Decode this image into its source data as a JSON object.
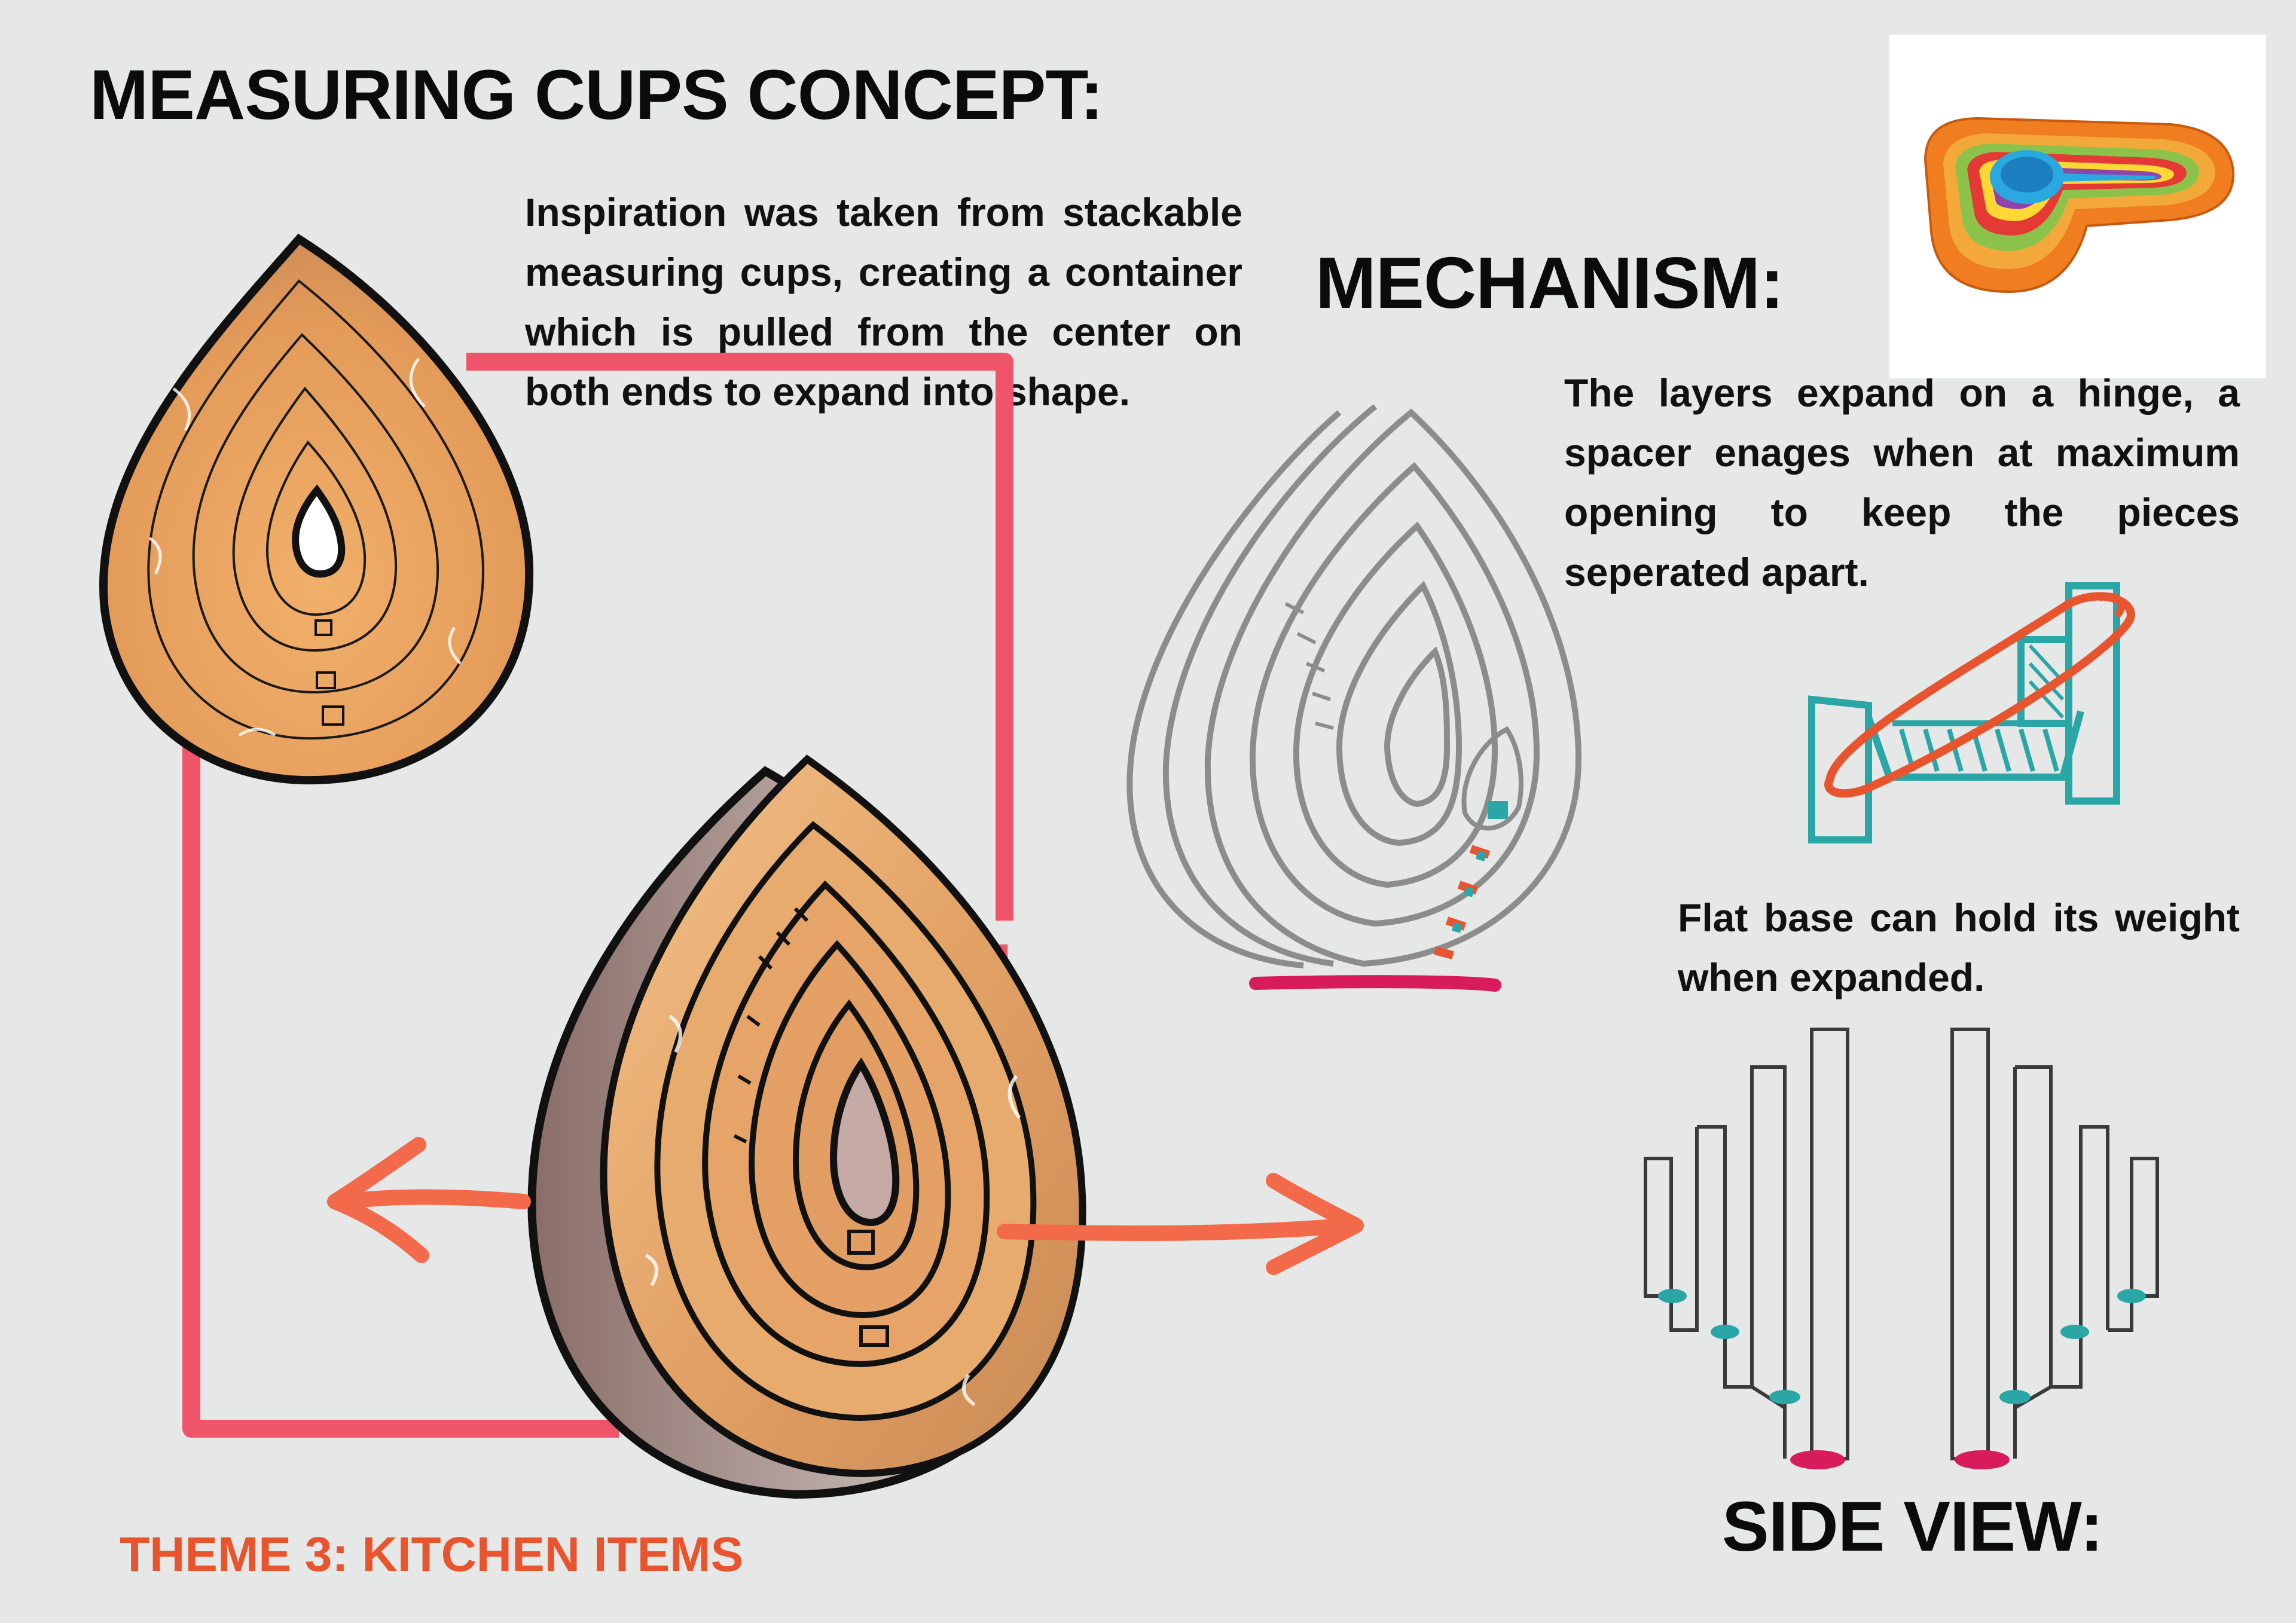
{
  "title": "MEASURING CUPS CONCEPT:",
  "inspiration_text": "Inspiration was taken from stackable measuring cups, creating a container which is pulled from the center on both ends to expand into shape.",
  "mechanism": {
    "title": "MECHANISM:",
    "description": "The layers expand on a hinge, a spacer enages when at maximum opening to keep the pieces seperated apart."
  },
  "flat_base_text": "Flat base can hold its weight when expanded.",
  "side_view_title": "SIDE VIEW:",
  "theme_label": "THEME 3: KITCHEN ITEMS",
  "colors": {
    "background": "#e6e7e7",
    "accent_pink": "#f0546a",
    "arrow_orange": "#f26a4a",
    "wood": "#e1a36a",
    "teal": "#2aa6a6",
    "magenta": "#d81b5a",
    "theme_orange": "#e8542d"
  },
  "icons": {
    "left_arrow": "arrow-left-icon",
    "right_arrow": "arrow-right-icon"
  }
}
